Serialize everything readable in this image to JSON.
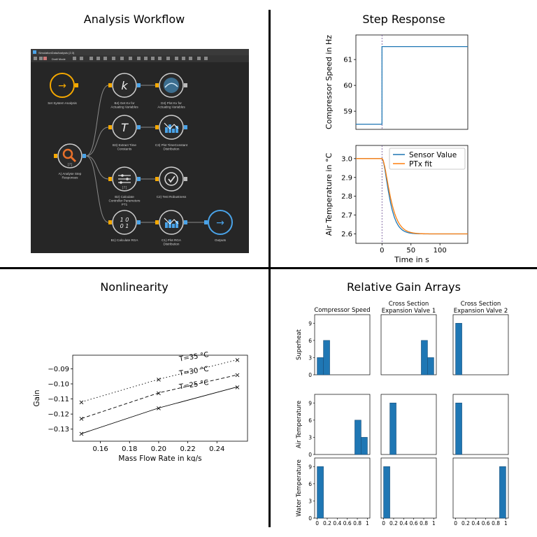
{
  "quadrant_titles": {
    "workflow": "Analysis Workflow",
    "step": "Step Response",
    "nonlinearity": "Nonlinearity",
    "rga": "Relative Gain Arrays"
  },
  "workflow": {
    "window_title": "SimulationDataAnalysis (2.3)",
    "toolbar_mode": "Draft Mode",
    "nodes": [
      {
        "id": "set",
        "label": "Set System Analysis",
        "symbol": "→",
        "style": "ring-orange"
      },
      {
        "id": "analyse",
        "label": "A) Analyse Step Responses",
        "symbol": "⚲",
        "style": "orange-icon"
      },
      {
        "id": "b4",
        "label": "B4) Get Kv for Actuating Variables",
        "symbol": "k",
        "style": "italic"
      },
      {
        "id": "d4",
        "label": "D4) Plot Kv for Actuating Variables",
        "symbol": "globe",
        "style": "img"
      },
      {
        "id": "b3",
        "label": "B3) Extract Time Constants",
        "symbol": "T",
        "style": "italic"
      },
      {
        "id": "c3",
        "label": "C3) Plot TimeConstant Distribution",
        "symbol": "hist",
        "style": "img"
      },
      {
        "id": "b2",
        "label": "B2) Calculate Controller Parameters PT1",
        "symbol": "sliders",
        "style": "sliders"
      },
      {
        "id": "c2",
        "label": "C2) Test Robustness",
        "symbol": "✓",
        "style": "check"
      },
      {
        "id": "b1",
        "label": "B1) Calculate RGA",
        "symbol": "10 01",
        "style": "matrix"
      },
      {
        "id": "c1",
        "label": "C1) Plot RGA Distribution",
        "symbol": "hist",
        "style": "img"
      },
      {
        "id": "out",
        "label": "Outputs",
        "symbol": "→",
        "style": "ring-blue"
      }
    ]
  },
  "chart_data": [
    {
      "type": "line",
      "title": "Step Response (top)",
      "xlabel": "",
      "ylabel": "Compressor Speed in Hz",
      "xlim": [
        -45,
        148
      ],
      "ylim": [
        58.3,
        61.95
      ],
      "yticks": [
        59,
        60,
        61
      ],
      "vline_x": 0,
      "series": [
        {
          "name": "",
          "color": "#1f77b4",
          "x": [
            -45,
            0,
            0,
            148
          ],
          "y": [
            58.5,
            58.5,
            61.5,
            61.5
          ]
        }
      ]
    },
    {
      "type": "line",
      "title": "",
      "xlabel": "Time in s",
      "ylabel": "Air Temperature in °C",
      "xlim": [
        -45,
        148
      ],
      "ylim": [
        2.55,
        3.07
      ],
      "xticks": [
        0,
        50,
        100
      ],
      "yticks": [
        2.6,
        2.7,
        2.8,
        2.9,
        3.0
      ],
      "vline_x": 0,
      "legend": "upper right",
      "series": [
        {
          "name": "Sensor Value",
          "color": "#1f77b4",
          "tau": 7.5,
          "y0": 3.0,
          "y1": 2.6
        },
        {
          "name": "PTx fit",
          "color": "#ff7f0e",
          "tau": 8.5,
          "y0": 3.0,
          "y1": 2.6
        }
      ]
    },
    {
      "type": "line",
      "xlabel": "Mass Flow Rate in kg/s",
      "ylabel": "Gain",
      "xlim": [
        0.141,
        0.261
      ],
      "ylim": [
        -0.138,
        -0.081
      ],
      "xticks": [
        0.16,
        0.18,
        0.2,
        0.22,
        0.24
      ],
      "yticks": [
        -0.13,
        -0.12,
        -0.11,
        -0.1,
        -0.09
      ],
      "series": [
        {
          "name": "T=35 °C",
          "dash": "dotted",
          "x": [
            0.147,
            0.2,
            0.254
          ],
          "y": [
            -0.112,
            -0.097,
            -0.084
          ]
        },
        {
          "name": "T=30 °C",
          "dash": "dashed",
          "x": [
            0.147,
            0.2,
            0.254
          ],
          "y": [
            -0.123,
            -0.106,
            -0.094
          ]
        },
        {
          "name": "T=25 °C",
          "dash": "solid",
          "x": [
            0.147,
            0.2,
            0.254
          ],
          "y": [
            -0.133,
            -0.116,
            -0.102
          ]
        }
      ]
    },
    {
      "type": "bar",
      "col_titles": [
        "Compressor Speed",
        "Cross Section Expansion Valve 1",
        "Cross Section Expansion Valve 2"
      ],
      "row_labels": [
        "Superheat",
        "Air Temperature",
        "Water Temperature"
      ],
      "xlim": [
        -0.05,
        1.05
      ],
      "ylim": [
        0,
        10.5
      ],
      "xticks": [
        "0",
        "0.2",
        "0.4",
        "0.6",
        "0.8",
        "1"
      ],
      "yticks": [
        0,
        3,
        6,
        9
      ],
      "bin_width": 0.125,
      "cells": [
        [
          [
            {
              "x": 0.0,
              "v": 3
            },
            {
              "x": 0.125,
              "v": 6
            }
          ],
          [
            {
              "x": 0.75,
              "v": 6
            },
            {
              "x": 0.875,
              "v": 3
            }
          ],
          [
            {
              "x": 0.0,
              "v": 9
            }
          ]
        ],
        [
          [
            {
              "x": 0.75,
              "v": 6
            },
            {
              "x": 0.875,
              "v": 3
            }
          ],
          [
            {
              "x": 0.125,
              "v": 9
            }
          ],
          [
            {
              "x": 0.0,
              "v": 9
            }
          ]
        ],
        [
          [
            {
              "x": 0.0,
              "v": 9
            }
          ],
          [
            {
              "x": 0.0,
              "v": 9
            }
          ],
          [
            {
              "x": 0.875,
              "v": 9
            }
          ]
        ]
      ]
    }
  ],
  "colors": {
    "blue": "#1f77b4",
    "orange": "#ff7f0e",
    "wf_bg": "#2b2b2b",
    "wf_orange": "#f5a800",
    "wf_blue": "#4aa3e8"
  }
}
